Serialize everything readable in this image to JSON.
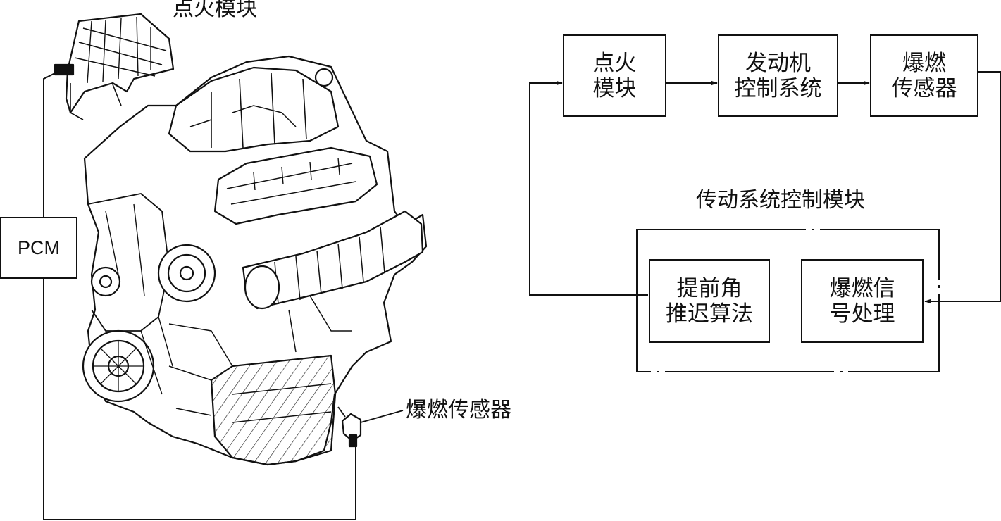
{
  "engine_labels": {
    "ignition_module": "点火模块",
    "knock_sensor": "爆燃传感器",
    "pcm": "PCM"
  },
  "flowchart": {
    "boxes": {
      "ignition": [
        "点火",
        "模块"
      ],
      "engine_control": [
        "发动机",
        "控制系统"
      ],
      "knock_sensor": [
        "爆燃",
        "传感器"
      ],
      "retard_algorithm": [
        "提前角",
        "推迟算法"
      ],
      "signal_processing": [
        "爆燃信",
        "号处理"
      ]
    },
    "group_title": "传动系统控制模块"
  },
  "colors": {
    "line": "#111111",
    "background": "#ffffff"
  }
}
